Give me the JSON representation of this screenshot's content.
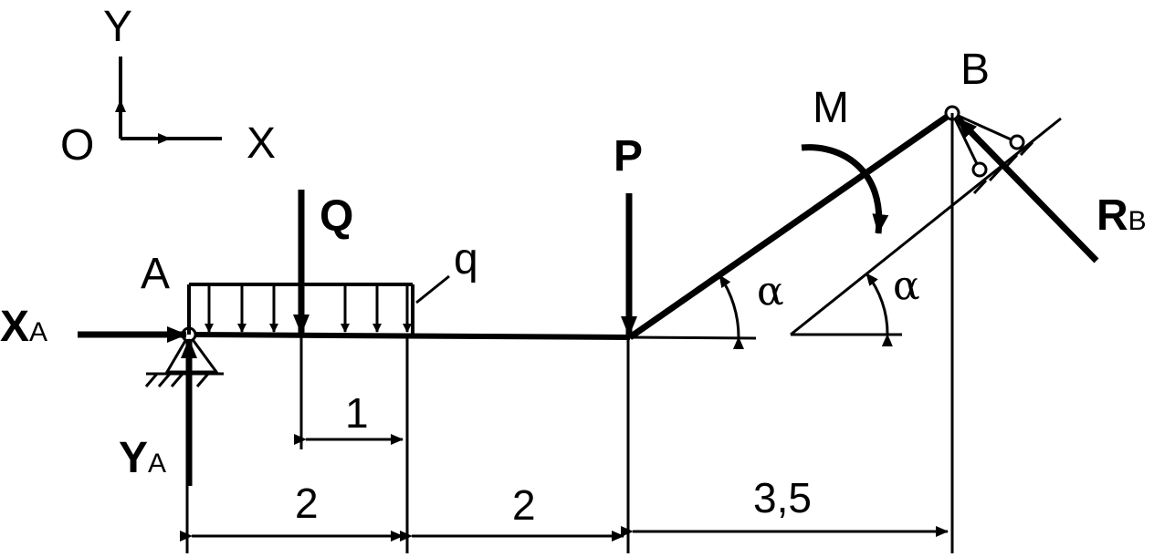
{
  "axes": {
    "y_label": "Y",
    "x_label": "X",
    "origin_label": "O"
  },
  "points": {
    "a_label": "A",
    "b_label": "B"
  },
  "forces": {
    "xa_main": "X",
    "xa_sub": "A",
    "ya_main": "Y",
    "ya_sub": "A",
    "rb_main": "R",
    "rb_sub": "B",
    "q_force": "Q",
    "q_load": "q",
    "p_force": "P",
    "moment": "M"
  },
  "angles": {
    "alpha_1": "α",
    "alpha_2": "α"
  },
  "dimensions": {
    "d_1": "1",
    "d_2a": "2",
    "d_2b": "2",
    "d_35": "3,5"
  }
}
